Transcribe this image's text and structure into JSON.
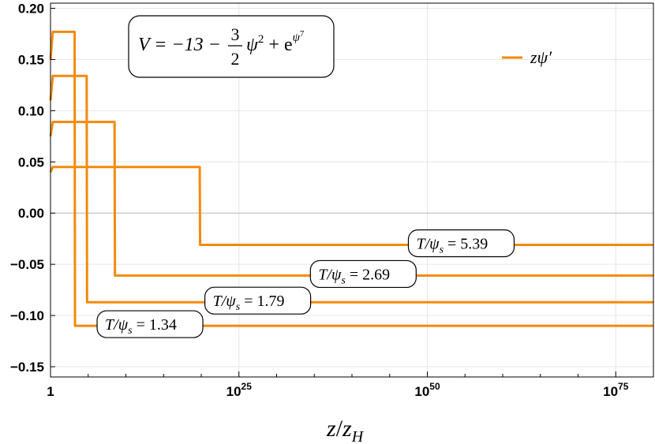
{
  "chart_data": {
    "type": "line",
    "xlabel_main": "z",
    "xlabel_sub": "H",
    "xscale": "log10",
    "xlim": [
      0,
      80
    ],
    "ylim": [
      -0.16,
      0.205
    ],
    "grid": true,
    "legend": {
      "placement": "top-right",
      "label": "zψ′",
      "color": "#f28a0c"
    },
    "x_ticks": [
      {
        "text": "1",
        "exp": "",
        "pos": 0
      },
      {
        "text": "10",
        "exp": "25",
        "pos": 25
      },
      {
        "text": "10",
        "exp": "50",
        "pos": 50
      },
      {
        "text": "10",
        "exp": "75",
        "pos": 75
      }
    ],
    "y_ticks": [
      {
        "text": "0.20",
        "value": 0.2
      },
      {
        "text": "0.15",
        "value": 0.15
      },
      {
        "text": "0.10",
        "value": 0.1
      },
      {
        "text": "0.05",
        "value": 0.05
      },
      {
        "text": "0.00",
        "value": 0.0
      },
      {
        "text": "-0.05",
        "value": -0.05
      },
      {
        "text": "-0.10",
        "value": -0.1
      },
      {
        "text": "-0.15",
        "value": -0.15
      }
    ],
    "potential_label": {
      "lhs": "V = −13 −",
      "frac_num": "3",
      "frac_den": "2",
      "psi_term": "ψ",
      "psi_exp": "2",
      "plus_e": " + e",
      "e_exp_base": "ψ",
      "e_exp_power": "7"
    },
    "series": [
      {
        "label_lhs": "T/ψ",
        "label_sub": "s",
        "label_rhs": " = 5.39",
        "start": 0.04,
        "rise": 0.3,
        "plateau": 0.045,
        "step_x": 19.8,
        "tail": -0.031,
        "label_x": 54.5
      },
      {
        "label_lhs": "T/ψ",
        "label_sub": "s",
        "label_rhs": " = 2.69",
        "start": 0.075,
        "rise": 0.3,
        "plateau": 0.089,
        "step_x": 8.5,
        "tail": -0.061,
        "label_x": 41.5
      },
      {
        "label_lhs": "T/ψ",
        "label_sub": "s",
        "label_rhs": " = 1.79",
        "start": 0.11,
        "rise": 0.3,
        "plateau": 0.134,
        "step_x": 4.8,
        "tail": -0.087,
        "label_x": 27.5
      },
      {
        "label_lhs": "T/ψ",
        "label_sub": "s",
        "label_rhs": " = 1.34",
        "start": 0.15,
        "rise": 0.3,
        "plateau": 0.177,
        "step_x": 3.2,
        "tail": -0.11,
        "label_x": 13.2
      }
    ]
  }
}
